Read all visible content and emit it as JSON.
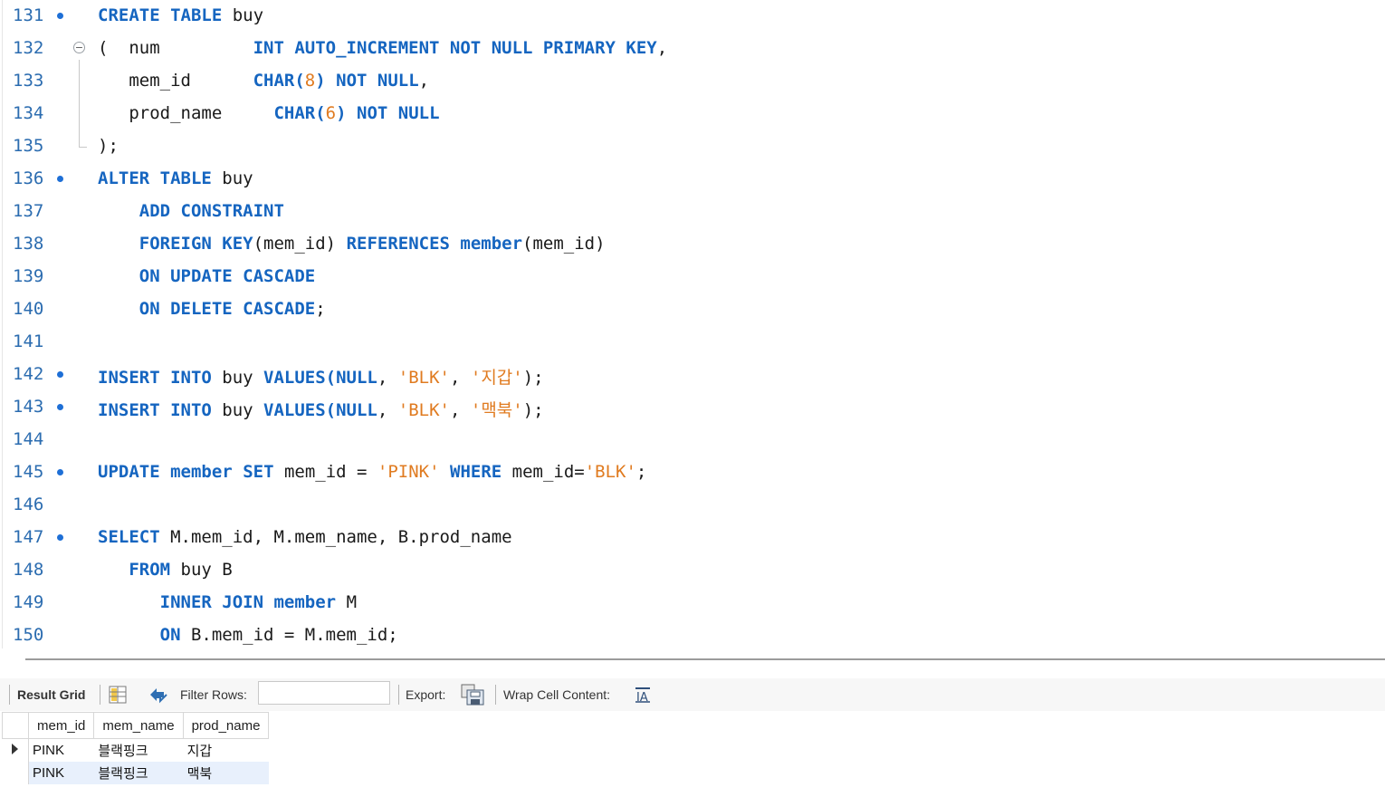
{
  "editor": {
    "lines": [
      {
        "n": "131",
        "dot": true
      },
      {
        "n": "132",
        "dot": false
      },
      {
        "n": "133",
        "dot": false
      },
      {
        "n": "134",
        "dot": false
      },
      {
        "n": "135",
        "dot": false
      },
      {
        "n": "136",
        "dot": true
      },
      {
        "n": "137",
        "dot": false
      },
      {
        "n": "138",
        "dot": false
      },
      {
        "n": "139",
        "dot": false
      },
      {
        "n": "140",
        "dot": false
      },
      {
        "n": "141",
        "dot": false
      },
      {
        "n": "142",
        "dot": true
      },
      {
        "n": "143",
        "dot": true
      },
      {
        "n": "144",
        "dot": false
      },
      {
        "n": "145",
        "dot": true
      },
      {
        "n": "146",
        "dot": false
      },
      {
        "n": "147",
        "dot": true
      },
      {
        "n": "148",
        "dot": false
      },
      {
        "n": "149",
        "dot": false
      },
      {
        "n": "150",
        "dot": false
      }
    ],
    "code": [
      [
        {
          "t": "CREATE TABLE",
          "c": "kw"
        },
        {
          "t": " buy"
        }
      ],
      [
        {
          "t": "(  num         "
        },
        {
          "t": "INT AUTO_INCREMENT NOT NULL PRIMARY KEY",
          "c": "kw"
        },
        {
          "t": ","
        }
      ],
      [
        {
          "t": "   mem_id      "
        },
        {
          "t": "CHAR(",
          "c": "kw"
        },
        {
          "t": "8",
          "c": "num"
        },
        {
          "t": ") ",
          "c": "kw"
        },
        {
          "t": "NOT NULL",
          "c": "kw"
        },
        {
          "t": ","
        }
      ],
      [
        {
          "t": "   prod_name     "
        },
        {
          "t": "CHAR(",
          "c": "kw"
        },
        {
          "t": "6",
          "c": "num"
        },
        {
          "t": ") ",
          "c": "kw"
        },
        {
          "t": "NOT NULL",
          "c": "kw"
        }
      ],
      [
        {
          "t": ");"
        }
      ],
      [
        {
          "t": "ALTER TABLE",
          "c": "kw"
        },
        {
          "t": " buy"
        }
      ],
      [
        {
          "t": "    "
        },
        {
          "t": "ADD CONSTRAINT",
          "c": "kw"
        }
      ],
      [
        {
          "t": "    "
        },
        {
          "t": "FOREIGN KEY",
          "c": "kw"
        },
        {
          "t": "(mem_id) "
        },
        {
          "t": "REFERENCES",
          "c": "kw"
        },
        {
          "t": " "
        },
        {
          "t": "member",
          "c": "kw"
        },
        {
          "t": "(mem_id)"
        }
      ],
      [
        {
          "t": "    "
        },
        {
          "t": "ON UPDATE CASCADE",
          "c": "kw"
        }
      ],
      [
        {
          "t": "    "
        },
        {
          "t": "ON DELETE CASCADE",
          "c": "kw"
        },
        {
          "t": ";"
        }
      ],
      [],
      [
        {
          "t": "INSERT INTO",
          "c": "kw"
        },
        {
          "t": " buy "
        },
        {
          "t": "VALUES(NULL",
          "c": "kw"
        },
        {
          "t": ", "
        },
        {
          "t": "'BLK'",
          "c": "str"
        },
        {
          "t": ", "
        },
        {
          "t": "'지갑'",
          "c": "str"
        },
        {
          "t": ");"
        }
      ],
      [
        {
          "t": "INSERT INTO",
          "c": "kw"
        },
        {
          "t": " buy "
        },
        {
          "t": "VALUES(NULL",
          "c": "kw"
        },
        {
          "t": ", "
        },
        {
          "t": "'BLK'",
          "c": "str"
        },
        {
          "t": ", "
        },
        {
          "t": "'맥북'",
          "c": "str"
        },
        {
          "t": ");"
        }
      ],
      [],
      [
        {
          "t": "UPDATE",
          "c": "kw"
        },
        {
          "t": " "
        },
        {
          "t": "member",
          "c": "kw"
        },
        {
          "t": " "
        },
        {
          "t": "SET",
          "c": "kw"
        },
        {
          "t": " mem_id = "
        },
        {
          "t": "'PINK'",
          "c": "str"
        },
        {
          "t": " "
        },
        {
          "t": "WHERE",
          "c": "kw"
        },
        {
          "t": " mem_id="
        },
        {
          "t": "'BLK'",
          "c": "str"
        },
        {
          "t": ";"
        }
      ],
      [],
      [
        {
          "t": "SELECT",
          "c": "kw"
        },
        {
          "t": " M.mem_id, M.mem_name, B.prod_name"
        }
      ],
      [
        {
          "t": "   "
        },
        {
          "t": "FROM",
          "c": "kw"
        },
        {
          "t": " buy B"
        }
      ],
      [
        {
          "t": "      "
        },
        {
          "t": "INNER JOIN",
          "c": "kw"
        },
        {
          "t": " "
        },
        {
          "t": "member",
          "c": "kw"
        },
        {
          "t": " M"
        }
      ],
      [
        {
          "t": "      "
        },
        {
          "t": "ON",
          "c": "kw"
        },
        {
          "t": " B.mem_id = M.mem_id;"
        }
      ]
    ]
  },
  "toolbar": {
    "result_grid": "Result Grid",
    "filter_rows": "Filter Rows:",
    "filter_value": "",
    "export": "Export:",
    "wrap_cell": "Wrap Cell Content:"
  },
  "grid": {
    "columns": [
      "mem_id",
      "mem_name",
      "prod_name"
    ],
    "rows": [
      [
        "PINK",
        "블랙핑크",
        "지갑"
      ],
      [
        "PINK",
        "블랙핑크",
        "맥북"
      ]
    ]
  }
}
